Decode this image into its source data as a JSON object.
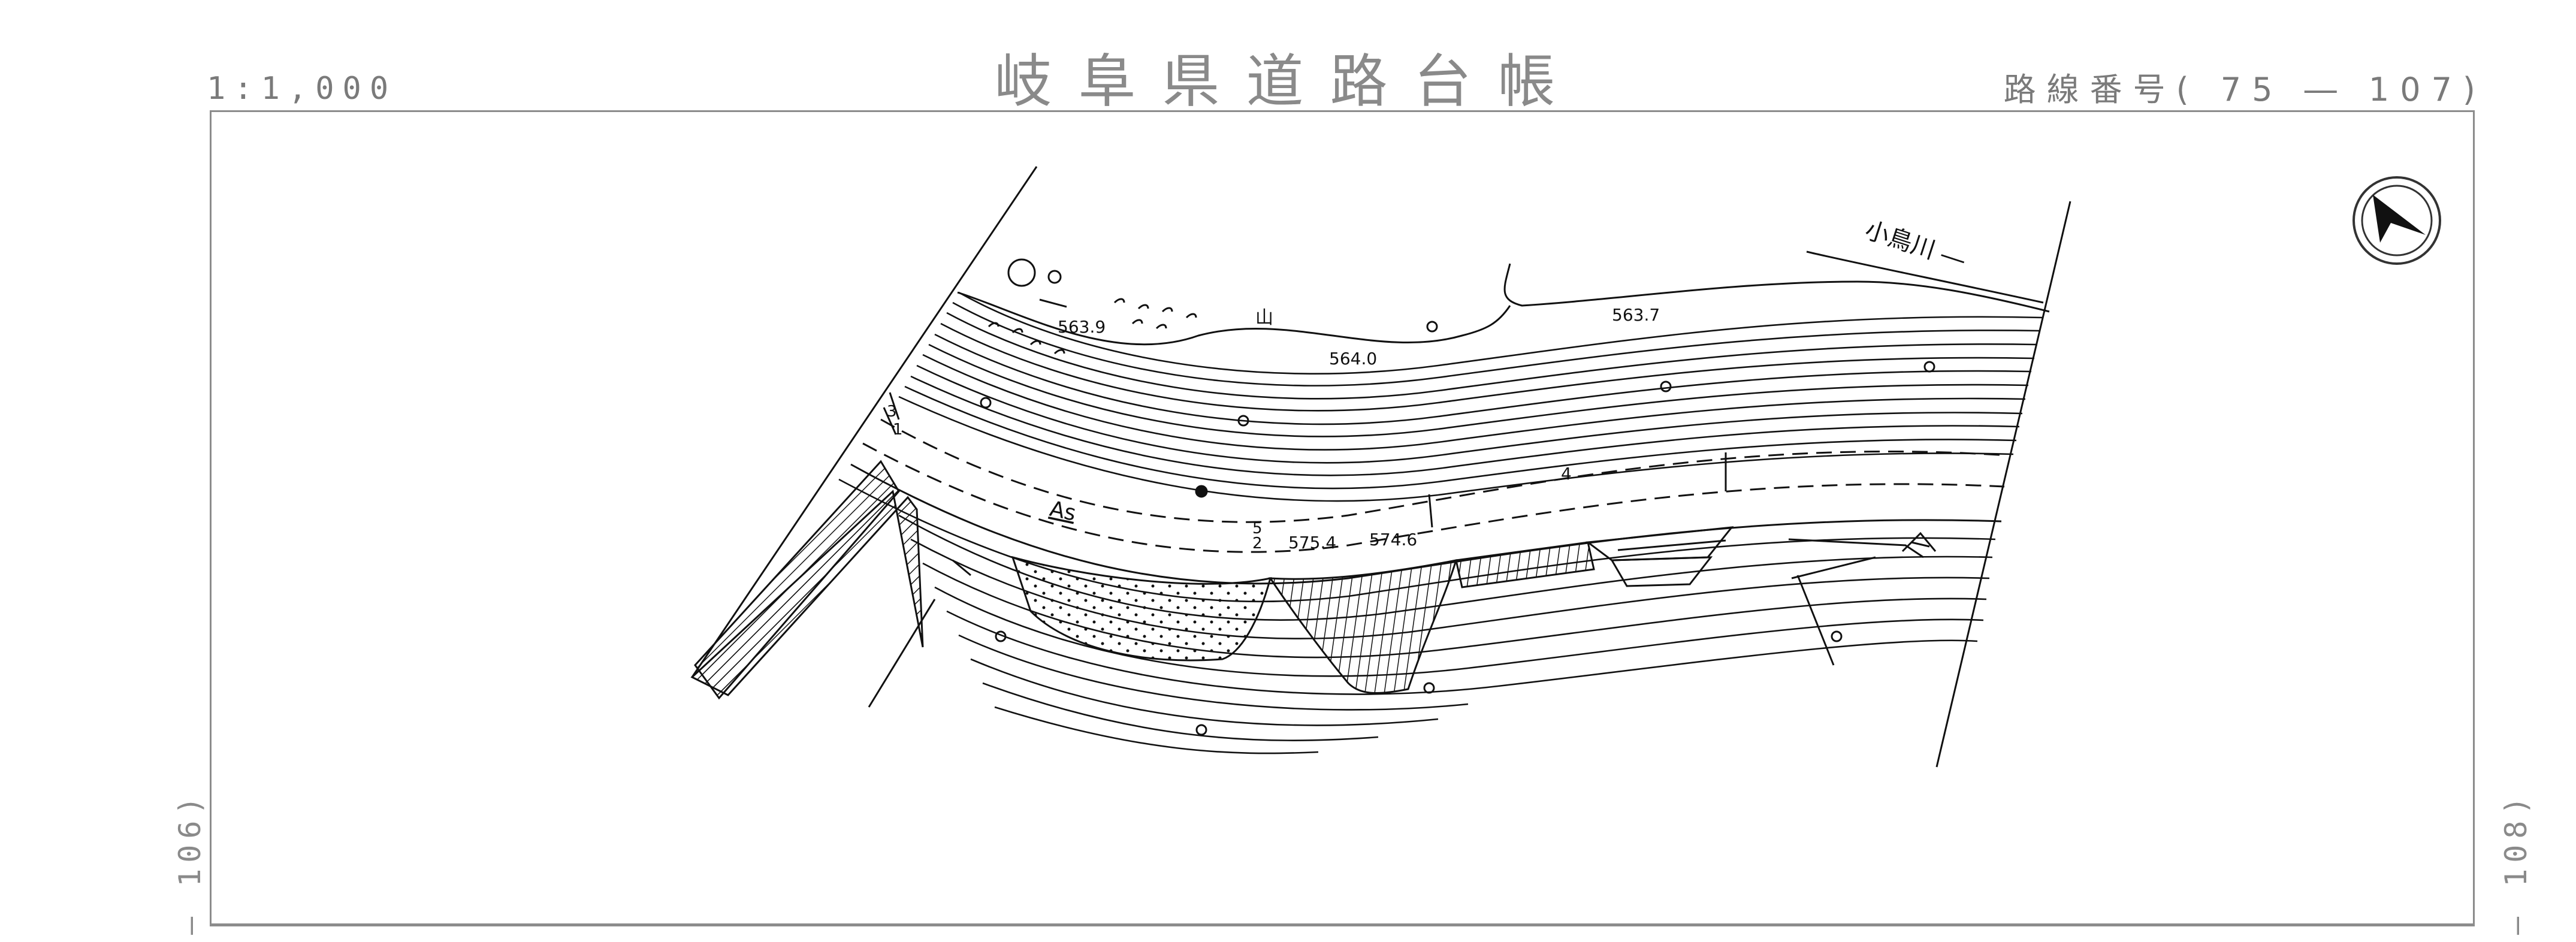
{
  "header": {
    "scale": "1:1,000",
    "title": "岐阜県道路台帳",
    "route_number": "路線番号( 75 ― 107)"
  },
  "sheet_refs": {
    "left": "― 106)",
    "right": "― 108)"
  },
  "map": {
    "river_label": "小鳥川 ―",
    "elevations": [
      "563.9",
      "564.0",
      "563.7",
      "575.4",
      "574.6"
    ],
    "surface_label": "As",
    "misc_labels": [
      "4",
      "5",
      "2",
      "3",
      "1",
      "山"
    ]
  },
  "icons": {
    "north_arrow": "north-arrow-icon"
  }
}
